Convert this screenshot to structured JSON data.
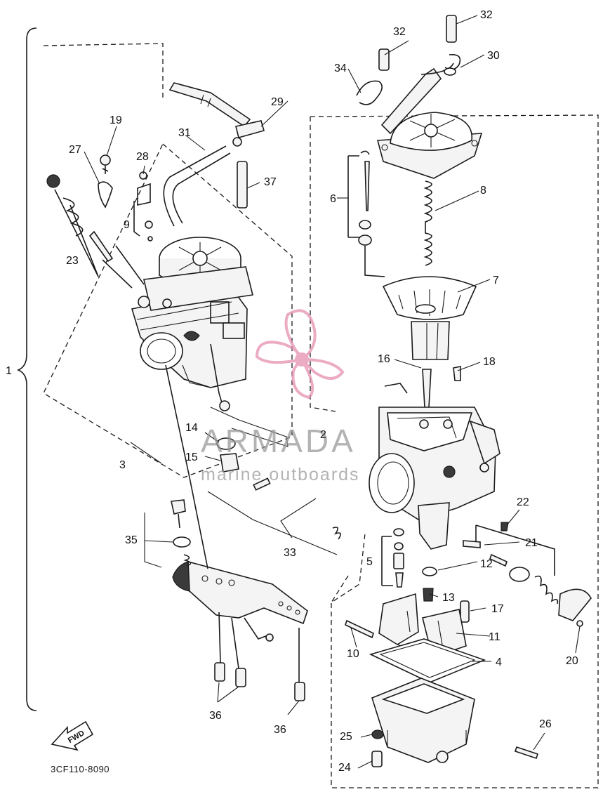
{
  "drawing_code": "3CF110-8090",
  "direction_marker": "FWD",
  "watermark": {
    "brand": "ARMADA",
    "tagline": "marine outboards",
    "accent_color": "#e58fb0"
  },
  "callouts": {
    "c1": "1",
    "c2": "2",
    "c3": "3",
    "c4": "4",
    "c5": "5",
    "c6": "6",
    "c7": "7",
    "c8": "8",
    "c9": "9",
    "c10": "10",
    "c11": "11",
    "c12": "12",
    "c13": "13",
    "c14": "14",
    "c15": "15",
    "c16": "16",
    "c17": "17",
    "c18": "18",
    "c19": "19",
    "c20": "20",
    "c21": "21",
    "c22": "22",
    "c23": "23",
    "c24": "24",
    "c25": "25",
    "c26": "26",
    "c27": "27",
    "c28": "28",
    "c29": "29",
    "c30": "30",
    "c31": "31",
    "c32a": "32",
    "c32b": "32",
    "c33": "33",
    "c34": "34",
    "c35": "35",
    "c36a": "36",
    "c36b": "36",
    "c37": "37"
  }
}
